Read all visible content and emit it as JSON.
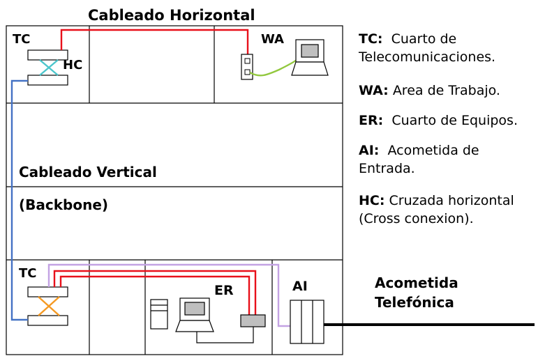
{
  "labels": {
    "title": "Cableado Horizontal",
    "tc_top": "TC",
    "hc": "HC",
    "wa": "WA",
    "vertical_line1": "Cableado Vertical",
    "vertical_line2": "(Backbone)",
    "tc_bottom": "TC",
    "er": "ER",
    "ai": "AI",
    "acometida_line1": "Acometida",
    "acometida_line2": "Telefónica"
  },
  "legend": [
    {
      "abbr": "TC:",
      "text": "Cuarto de",
      "text2": "Telecomunicaciones."
    },
    {
      "abbr": "WA:",
      "text": "Area de Trabajo.",
      "text2": ""
    },
    {
      "abbr": "ER:",
      "text": "Cuarto de Equipos.",
      "text2": ""
    },
    {
      "abbr": "AI:",
      "text": "Acometida de",
      "text2": "Entrada."
    },
    {
      "abbr": "HC:",
      "text": "Cruzada horizontal",
      "text2": "(Cross conexion)."
    }
  ],
  "colors": {
    "horizontal_cable": "#e8101a",
    "backbone_cable": "#4472c4",
    "entrance_cable": "#c3a2e3",
    "workstation_cable": "#92c83e",
    "hc_cross_top": "#4bc6cc",
    "hc_cross_bottom": "#f59a23",
    "telephone_line": "#000000"
  }
}
